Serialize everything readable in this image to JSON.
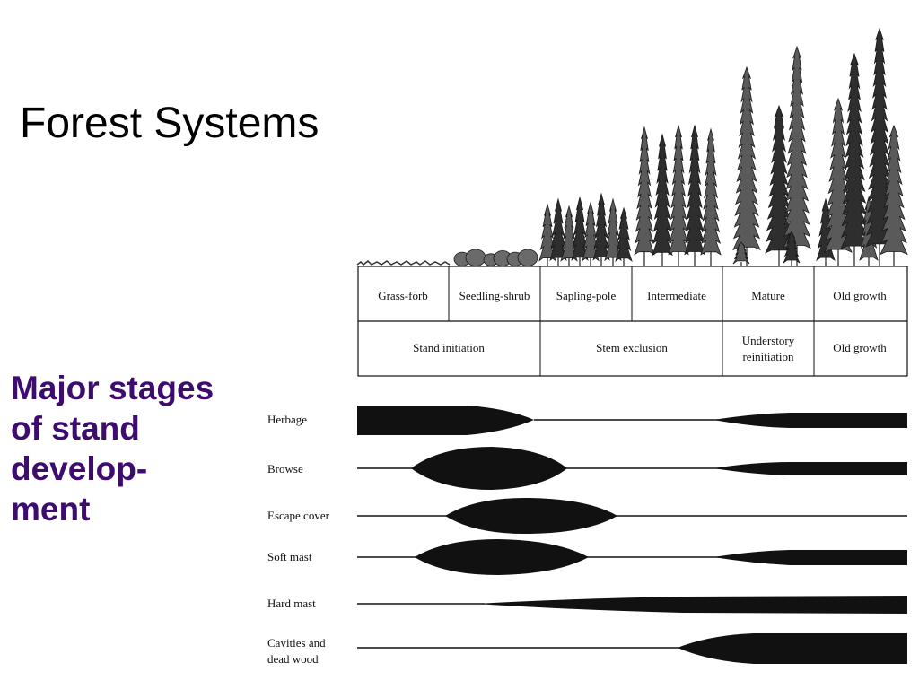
{
  "slide": {
    "title": "Forest Systems",
    "subtitle_lines": [
      "Major stages",
      "of stand",
      "develop-",
      "ment"
    ],
    "subtitle_color": "#3d0c6e"
  },
  "stages": [
    "Grass-forb",
    "Seedling-shrub",
    "Sapling-pole",
    "Intermediate",
    "Mature",
    "Old growth"
  ],
  "phases": [
    {
      "lines": [
        "Stand initiation"
      ]
    },
    {
      "lines": [
        "Stem exclusion"
      ]
    },
    {
      "lines": [
        "Understory",
        "reinitiation"
      ]
    },
    {
      "lines": [
        "Old growth"
      ]
    }
  ],
  "resources": [
    {
      "lines": [
        "Herbage"
      ]
    },
    {
      "lines": [
        "Browse"
      ]
    },
    {
      "lines": [
        "Escape cover"
      ]
    },
    {
      "lines": [
        "Soft mast"
      ]
    },
    {
      "lines": [
        "Hard mast"
      ]
    },
    {
      "lines": [
        "Cavities and",
        "dead wood"
      ]
    }
  ],
  "colors": {
    "ink": "#111111",
    "tree": "#5a5a5a",
    "tree_dark": "#2e2e2e"
  }
}
